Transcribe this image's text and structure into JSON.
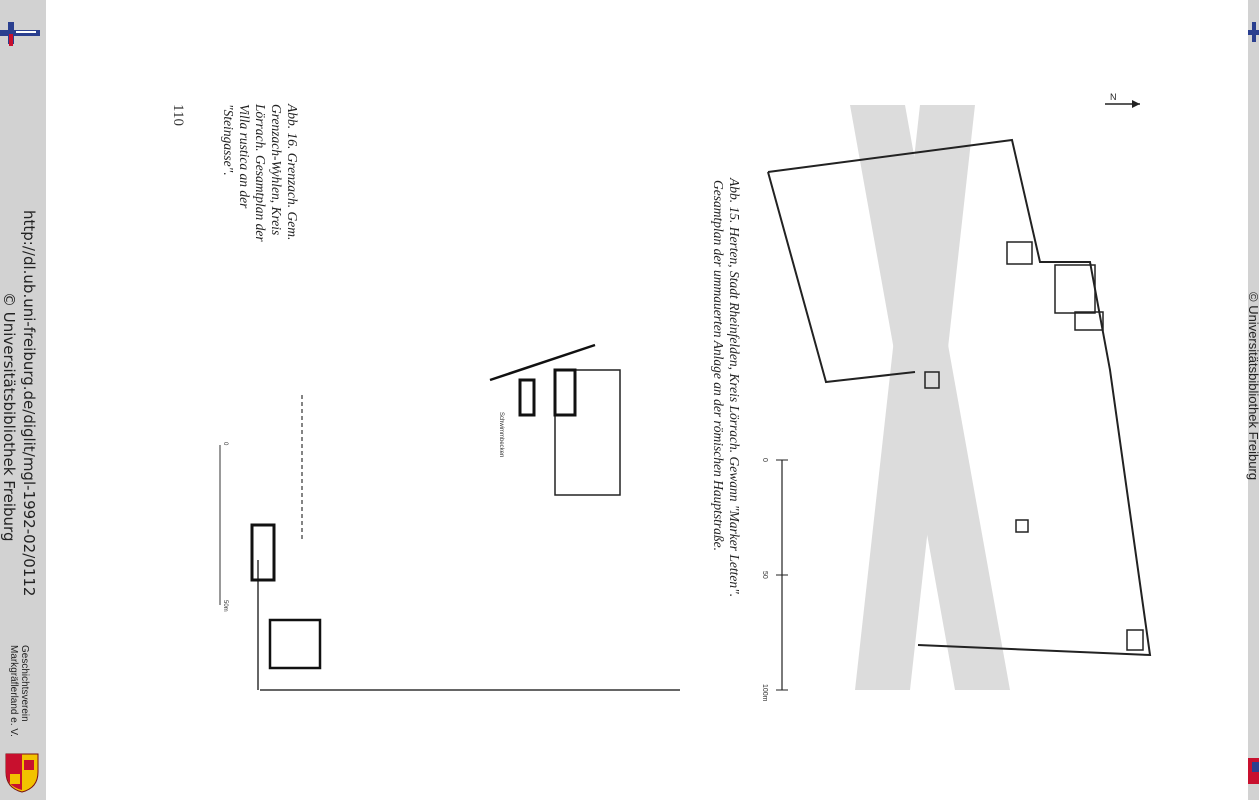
{
  "viewer": {
    "url": "http://dl.ub.uni-freiburg.de/diglit/mgl-1992-02/0112",
    "copyright_line": "© Universitätsbibliothek Freiburg",
    "right_strip_text": "© Universitätsbibliothek Freiburg",
    "publisher_line1": "Geschichtsverein",
    "publisher_line2": "Markgräflerland e. V."
  },
  "page": {
    "number": "110",
    "figure15": {
      "caption_line1": "Abb. 15. Herten, Stadt Rheinfelden, Kreis Lörrach. Gewann \"Marker Letten\".",
      "caption_line2": "Gesamtplan der ummauerten Anlage an der römischen Hauptstraße.",
      "scale_labels": [
        "0",
        "50",
        "100m"
      ],
      "north_label": "N"
    },
    "figure16": {
      "caption_lines": [
        "Abb. 16. Grenzach. Gem.",
        "Grenzach-Wyhlen, Kreis",
        "Lörrach. Gesamtplan der",
        "Villa rustica an der",
        "\"Steingasse\"."
      ],
      "scale_labels": [
        "0",
        "50m"
      ],
      "plan_label": "Schwimmbecken"
    }
  },
  "colors": {
    "strip": "#d2d2d2",
    "ink": "#222222",
    "road_band": "#d9d9d9"
  }
}
